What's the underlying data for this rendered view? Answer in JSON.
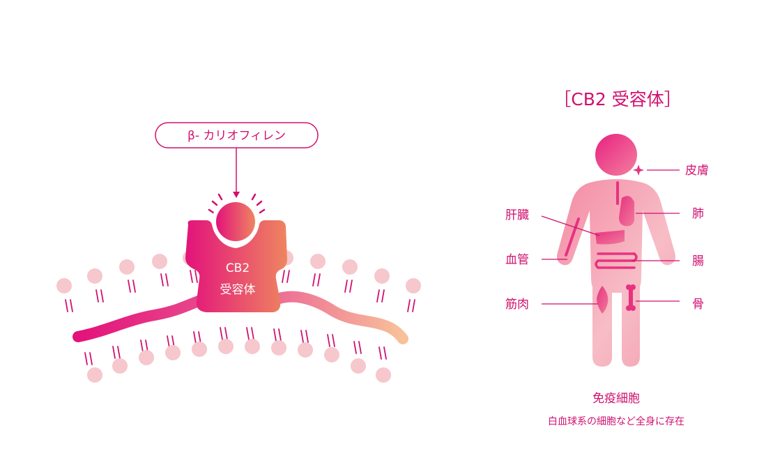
{
  "ligand": {
    "label": "β- カリオフィレン"
  },
  "receptor": {
    "name_line1": "CB2",
    "name_line2": "受容体"
  },
  "body_diagram": {
    "title": "［CB2 受容体］",
    "organs": {
      "skin": "皮膚",
      "lung": "肺",
      "liver": "肝臓",
      "blood_vessel": "血管",
      "intestine": "腸",
      "muscle": "筋肉",
      "bone": "骨"
    },
    "caption": "免疫細胞",
    "subcaption": "白血球系の細胞など全身に存在"
  },
  "colors": {
    "accent": "#d0106f",
    "gradient_start": "#e3127b",
    "gradient_end": "#f7b48e",
    "lipid_head": "#f6c7cc",
    "body_fill": "#f4a3b2"
  }
}
